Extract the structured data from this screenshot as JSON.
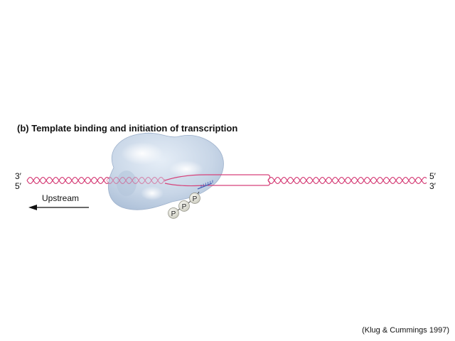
{
  "title": "(b) Template binding and initiation of transcription",
  "strand_left": {
    "top": "3′",
    "bottom": "5′"
  },
  "strand_right": {
    "top": "5′",
    "bottom": "3′"
  },
  "direction_label": "Upstream",
  "phosphates": [
    "P",
    "P",
    "P"
  ],
  "credit": "(Klug & Cummings 1997)",
  "colors": {
    "dna_strand": "#d6427a",
    "polymerase": "#c7d5e6",
    "rna": "#4a63b8",
    "arrow": "#111111"
  }
}
